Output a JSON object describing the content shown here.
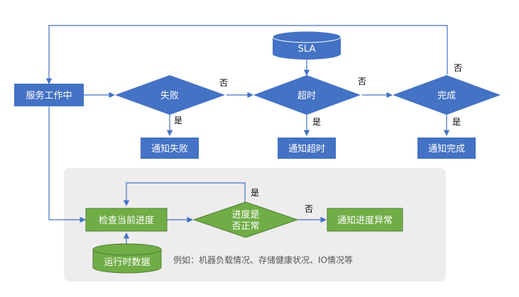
{
  "colors": {
    "blue_fill": "#4472C4",
    "blue_line": "#4472C4",
    "green_fill": "#70AD47",
    "green_stroke": "#507E32",
    "panel_fill": "#EDEDED",
    "text_light": "#FFFFFF",
    "text_dark": "#000000",
    "note_text": "#555555"
  },
  "nodes": {
    "in_service": "服务工作中",
    "fail_decision": "失败",
    "timeout_decision": "超时",
    "done_decision": "完成",
    "sla": "SLA",
    "notify_fail": "通知失败",
    "notify_timeout": "通知超时",
    "notify_done": "通知完成",
    "check_progress": "检查当前进度",
    "progress_ok_line1": "进度是",
    "progress_ok_line2": "否正常",
    "notify_progress_abnormal": "通知进度异常",
    "runtime_data": "运行时数据"
  },
  "edge_labels": {
    "no_1": "否",
    "no_2": "否",
    "no_3": "否",
    "no_4": "否",
    "yes_1": "是",
    "yes_2": "是",
    "yes_3": "是",
    "yes_4": "是"
  },
  "note": "例如：机器负载情况、存储健康状况、IO情况等"
}
